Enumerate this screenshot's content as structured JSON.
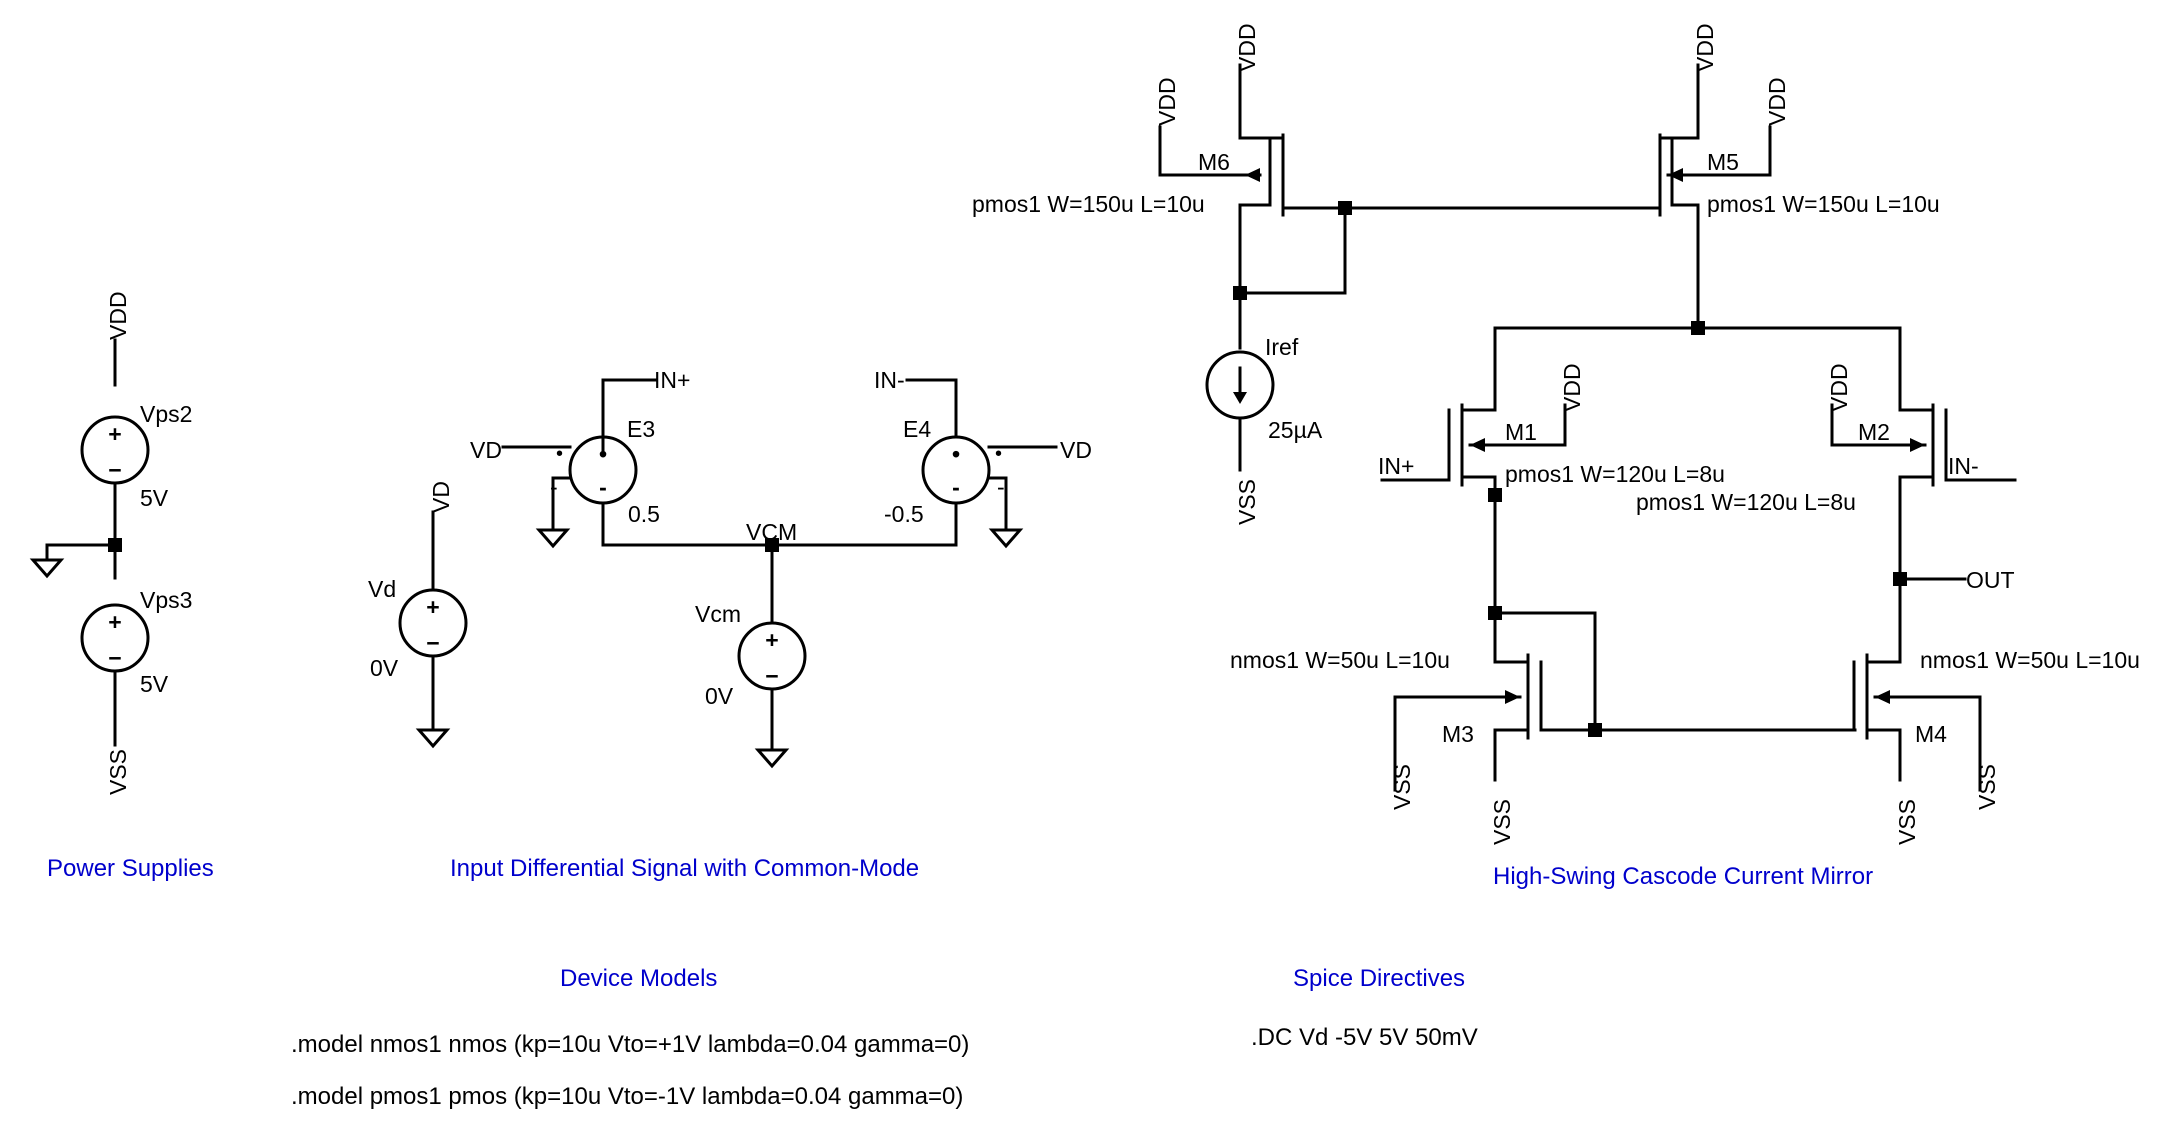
{
  "nets": {
    "vdd": "VDD",
    "vss": "VSS",
    "vd": "VD",
    "vcm": "VCM",
    "in_plus": "IN+",
    "in_minus": "IN-",
    "out": "OUT"
  },
  "sections": {
    "power": "Power Supplies",
    "input": "Input Differential Signal with Common-Mode",
    "mirror": "High-Swing Cascode Current Mirror",
    "models": "Device Models",
    "spice": "Spice Directives"
  },
  "sources": {
    "vps2": {
      "name": "Vps2",
      "value": "5V"
    },
    "vps3": {
      "name": "Vps3",
      "value": "5V"
    },
    "vd": {
      "name": "Vd",
      "value": "0V"
    },
    "vcm": {
      "name": "Vcm",
      "value": "0V"
    },
    "iref": {
      "name": "Iref",
      "value": "25µA"
    }
  },
  "controlled": {
    "e3": {
      "name": "E3",
      "gain": "0.5"
    },
    "e4": {
      "name": "E4",
      "gain": "-0.5"
    }
  },
  "transistors": {
    "m1": {
      "name": "M1",
      "params": "pmos1 W=120u L=8u"
    },
    "m2": {
      "name": "M2",
      "params": "pmos1 W=120u L=8u"
    },
    "m3": {
      "name": "M3",
      "params": "nmos1 W=50u L=10u"
    },
    "m4": {
      "name": "M4",
      "params": "nmos1 W=50u L=10u"
    },
    "m5": {
      "name": "M5",
      "params": "pmos1 W=150u L=10u"
    },
    "m6": {
      "name": "M6",
      "params": "pmos1 W=150u L=10u"
    }
  },
  "polarity": {
    "plus": "+",
    "minus": "−",
    "dot": "•",
    "dash": "-"
  },
  "models": [
    ".model nmos1 nmos (kp=10u Vto=+1V lambda=0.04 gamma=0)",
    ".model pmos1 pmos (kp=10u Vto=-1V lambda=0.04 gamma=0)"
  ],
  "directives": [
    ".DC Vd -5V 5V 50mV"
  ]
}
